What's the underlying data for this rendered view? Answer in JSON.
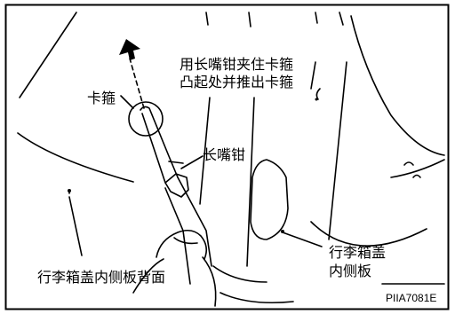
{
  "diagram": {
    "labels": {
      "clip": "卡箍",
      "instruction_line1": "用长嘴钳夹住卡箍",
      "instruction_line2": "凸起处并推出卡箍",
      "pliers": "长嘴钳",
      "trim_back": "行李箱盖内侧板背面",
      "trim_line1": "行李箱盖",
      "trim_line2": "内侧板",
      "figure_code": "PIIA7081E"
    },
    "colors": {
      "ink": "#000000",
      "background": "#ffffff",
      "border": "#000000"
    },
    "icons": [
      "push-direction-arrow-icon",
      "pliers-icon",
      "hand-icon",
      "clip-icon"
    ]
  }
}
